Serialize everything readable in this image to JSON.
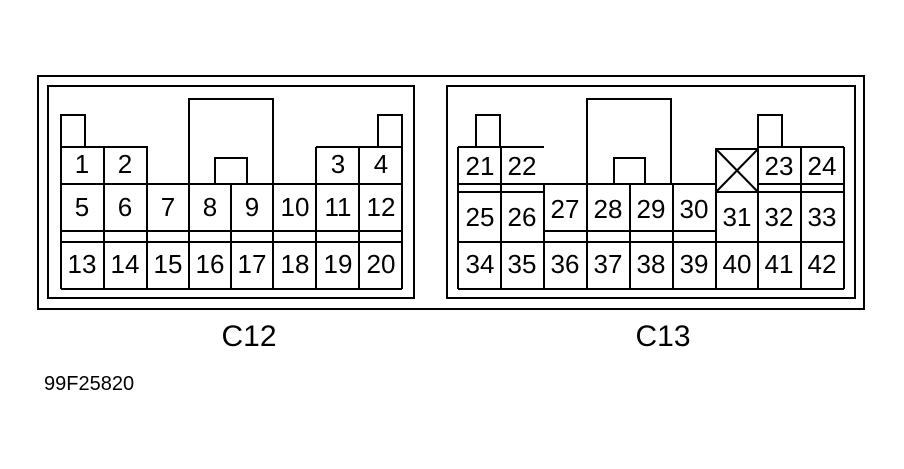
{
  "colors": {
    "line": "#000000",
    "background": "#ffffff"
  },
  "connectors": [
    {
      "name": "C12",
      "pins": [
        "1",
        "2",
        "3",
        "4",
        "5",
        "6",
        "7",
        "8",
        "9",
        "10",
        "11",
        "12",
        "13",
        "14",
        "15",
        "16",
        "17",
        "18",
        "19",
        "20"
      ]
    },
    {
      "name": "C13",
      "pins": [
        "21",
        "22",
        "23",
        "24",
        "25",
        "26",
        "27",
        "28",
        "29",
        "30",
        "31",
        "32",
        "33",
        "34",
        "35",
        "36",
        "37",
        "38",
        "39",
        "40",
        "41",
        "42"
      ]
    }
  ],
  "figure_id": "99F25820"
}
